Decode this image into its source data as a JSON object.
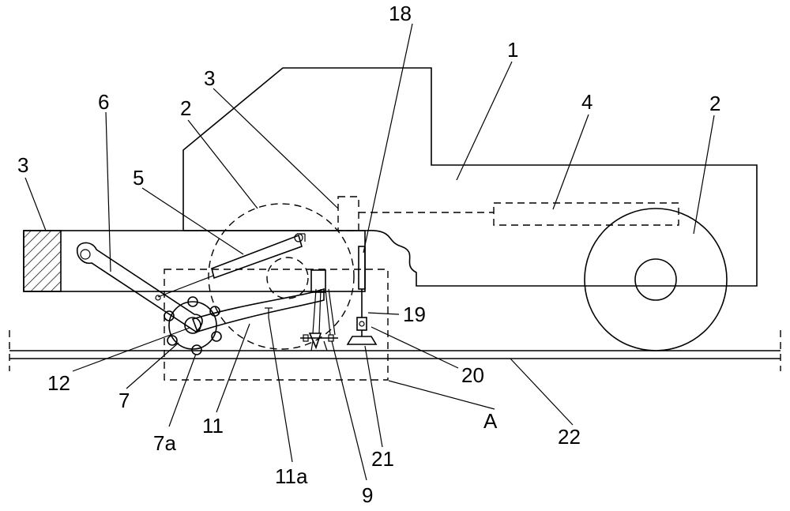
{
  "labels": {
    "l1": "1",
    "l2a": "2",
    "l2b": "2",
    "l3a": "3",
    "l3b": "3",
    "l4": "4",
    "l5": "5",
    "l6": "6",
    "l7": "7",
    "l7a": "7a",
    "l9": "9",
    "l11": "11",
    "l11a": "11a",
    "l12": "12",
    "l18": "18",
    "l19": "19",
    "l20": "20",
    "l21": "21",
    "l22": "22",
    "lA": "A"
  }
}
